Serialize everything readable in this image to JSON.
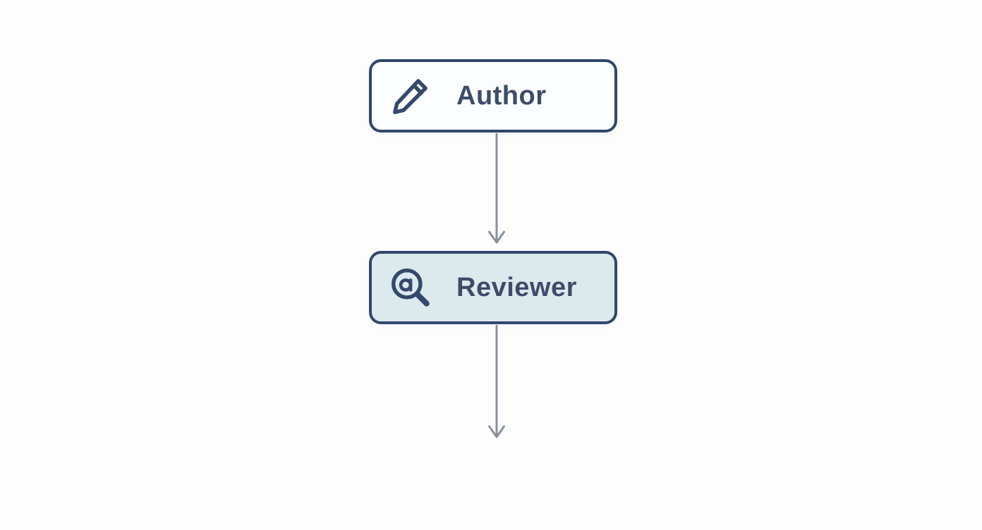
{
  "diagram": {
    "type": "flowchart",
    "direction": "top-down",
    "background_color": "#fdfdfd",
    "arrow_color": "#8a909c",
    "nodes": [
      {
        "id": "author",
        "label": "Author",
        "icon": "pencil-icon",
        "fill_color": "#fbfdff",
        "border_color": "#31476b",
        "text_color": "#3e4c6a"
      },
      {
        "id": "reviewer",
        "label": "Reviewer",
        "icon": "search-icon",
        "fill_color": "#dce9ed",
        "border_color": "#31476b",
        "text_color": "#3e4c6a"
      }
    ],
    "edges": [
      {
        "from": "author",
        "to": "reviewer",
        "style": "arrow-down"
      },
      {
        "from": "reviewer",
        "to": "",
        "style": "arrow-down"
      }
    ]
  }
}
